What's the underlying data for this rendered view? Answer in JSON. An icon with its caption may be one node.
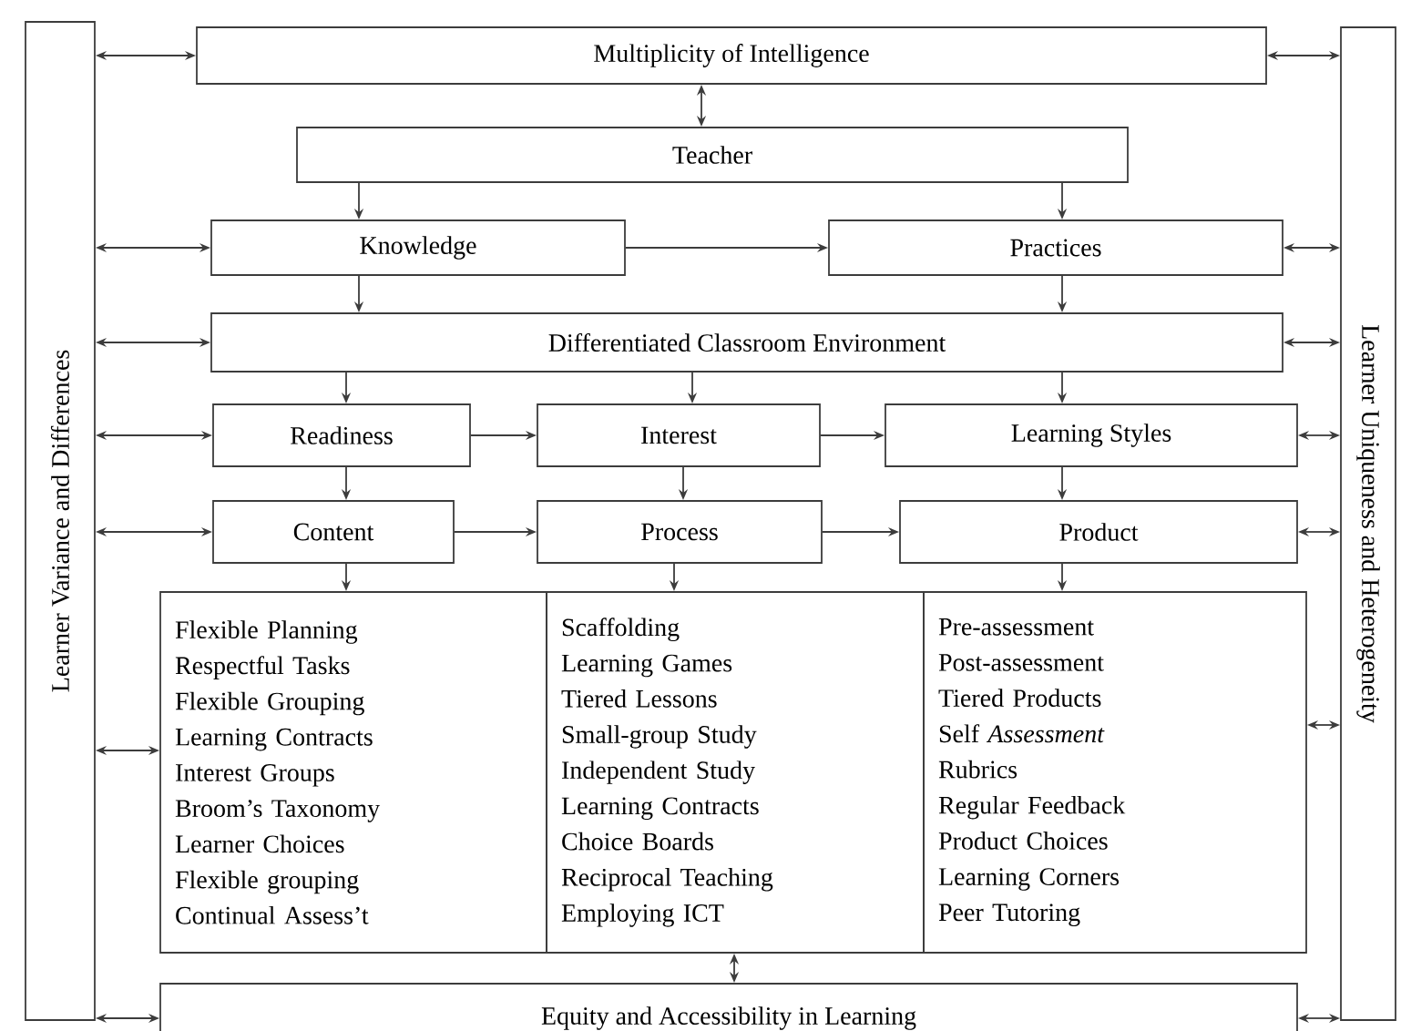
{
  "diagram": {
    "nodes": [
      {
        "text": [
          "Learner Variance and Differences"
        ]
      },
      {
        "text": [
          "Learner Uniqueness and Heterogeneity"
        ]
      },
      {
        "text": [
          "Multiplicity of Intelligence"
        ]
      },
      {
        "text": [
          "Teacher"
        ]
      },
      {
        "text": [
          "Knowledge"
        ]
      },
      {
        "text": [
          "Practices"
        ]
      },
      {
        "text": [
          "Differentiated Classroom Environment"
        ]
      },
      {
        "text": [
          "Readiness"
        ]
      },
      {
        "text": [
          "Interest"
        ]
      },
      {
        "text": [
          "Learning Styles"
        ]
      },
      {
        "text": [
          "Content"
        ]
      },
      {
        "text": [
          "Process"
        ]
      },
      {
        "text": [
          "Product"
        ]
      },
      {
        "text": [
          "Flexible Planning",
          "Respectful Tasks",
          "Flexible Grouping",
          "Learning Contracts",
          "Interest Groups",
          "Broom’s Taxonomy",
          "Learner Choices",
          "Flexible grouping",
          "Continual Assess’t"
        ]
      },
      {
        "text": [
          "Scaffolding",
          "Learning Games",
          "Tiered Lessons",
          "Small-group Study",
          "Independent Study",
          "Learning Contracts",
          "Choice Boards",
          "Reciprocal Teaching",
          "Employing ICT"
        ]
      },
      {
        "text": [
          "Pre-assessment",
          "Post-assessment",
          "Tiered Products",
          "Self *Assessment*",
          "Rubrics",
          "Regular Feedback",
          "Product Choices",
          "Learning Corners",
          "Peer Tutoring"
        ]
      },
      {
        "text": [
          "Equity and Accessibility in Learning"
        ]
      }
    ],
    "edges": [
      {
        "from": 0,
        "to": 2,
        "arrow": "both"
      },
      {
        "from": 0,
        "to": 4,
        "arrow": "both"
      },
      {
        "from": 0,
        "to": 6,
        "arrow": "both"
      },
      {
        "from": 0,
        "to": 7,
        "arrow": "both"
      },
      {
        "from": 0,
        "to": 10,
        "arrow": "both"
      },
      {
        "from": 0,
        "to": 13,
        "arrow": "both"
      },
      {
        "from": 0,
        "to": 16,
        "arrow": "both"
      },
      {
        "from": 2,
        "to": 1,
        "arrow": "both"
      },
      {
        "from": 5,
        "to": 1,
        "arrow": "both"
      },
      {
        "from": 6,
        "to": 1,
        "arrow": "both"
      },
      {
        "from": 9,
        "to": 1,
        "arrow": "both"
      },
      {
        "from": 12,
        "to": 1,
        "arrow": "both"
      },
      {
        "from": 15,
        "to": 1,
        "arrow": "both"
      },
      {
        "from": 16,
        "to": 1,
        "arrow": "both"
      },
      {
        "from": 2,
        "to": 3,
        "arrow": "both"
      },
      {
        "from": 3,
        "to": 4,
        "arrow": "to"
      },
      {
        "from": 3,
        "to": 5,
        "arrow": "to"
      },
      {
        "from": 4,
        "to": 5,
        "arrow": "to"
      },
      {
        "from": 4,
        "to": 6,
        "arrow": "to"
      },
      {
        "from": 5,
        "to": 6,
        "arrow": "to"
      },
      {
        "from": 6,
        "to": 7,
        "arrow": "to"
      },
      {
        "from": 6,
        "to": 8,
        "arrow": "to"
      },
      {
        "from": 6,
        "to": 9,
        "arrow": "to"
      },
      {
        "from": 7,
        "to": 8,
        "arrow": "to"
      },
      {
        "from": 8,
        "to": 9,
        "arrow": "to"
      },
      {
        "from": 7,
        "to": 10,
        "arrow": "to"
      },
      {
        "from": 8,
        "to": 11,
        "arrow": "to"
      },
      {
        "from": 9,
        "to": 12,
        "arrow": "to"
      },
      {
        "from": 10,
        "to": 11,
        "arrow": "to"
      },
      {
        "from": 11,
        "to": 12,
        "arrow": "to"
      },
      {
        "from": 10,
        "to": 13,
        "arrow": "to"
      },
      {
        "from": 11,
        "to": 14,
        "arrow": "to"
      },
      {
        "from": 12,
        "to": 15,
        "arrow": "to"
      },
      {
        "from": 14,
        "to": 16,
        "arrow": "both"
      }
    ]
  }
}
